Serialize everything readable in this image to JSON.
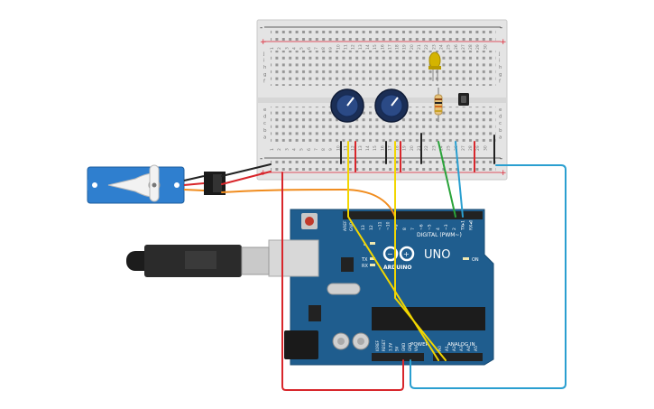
{
  "breadboard": {
    "rail_minus": "-",
    "rail_plus": "+",
    "row_letters_top": [
      "j",
      "i",
      "h",
      "g",
      "f"
    ],
    "row_letters_bottom": [
      "e",
      "d",
      "c",
      "b",
      "a"
    ],
    "column_numbers": [
      "1",
      "2",
      "3",
      "4",
      "5",
      "6",
      "7",
      "8",
      "9",
      "10",
      "11",
      "12",
      "13",
      "14",
      "15",
      "16",
      "17",
      "18",
      "19",
      "20",
      "21",
      "22",
      "23",
      "24",
      "25",
      "26",
      "27",
      "28",
      "29",
      "30"
    ]
  },
  "arduino": {
    "board_name": "UNO",
    "brand": "ARDUINO",
    "digital_header_label": "DIGITAL (PWM~)",
    "power_label": "POWER",
    "analog_label": "ANALOG IN",
    "on_label": "ON",
    "tx_label": "TX",
    "rx_label": "RX",
    "l_label": "L",
    "aref_label": "AREF",
    "gnd_label": "GND",
    "digital_pins": [
      "13",
      "12",
      "~11",
      "~10",
      "~9",
      "8",
      "7",
      "~6",
      "~5",
      "4",
      "~3",
      "2",
      "TX▸1",
      "RX◂0"
    ],
    "power_pins": [
      "IOREF",
      "RESET",
      "3.3V",
      "5V",
      "GND",
      "GND",
      "Vin"
    ],
    "analog_pins": [
      "A0",
      "A1",
      "A2",
      "A3",
      "A4",
      "A5"
    ]
  },
  "colors": {
    "breadboard": "#e6e6e6",
    "board": "#1f5d8e",
    "wire_red": "#d8262b",
    "wire_black": "#222222",
    "wire_yellow": "#f2d600",
    "wire_orange": "#f08c1e",
    "wire_green": "#2aa33a",
    "wire_blue": "#2a9fd0",
    "servo": "#2f7fcf"
  }
}
